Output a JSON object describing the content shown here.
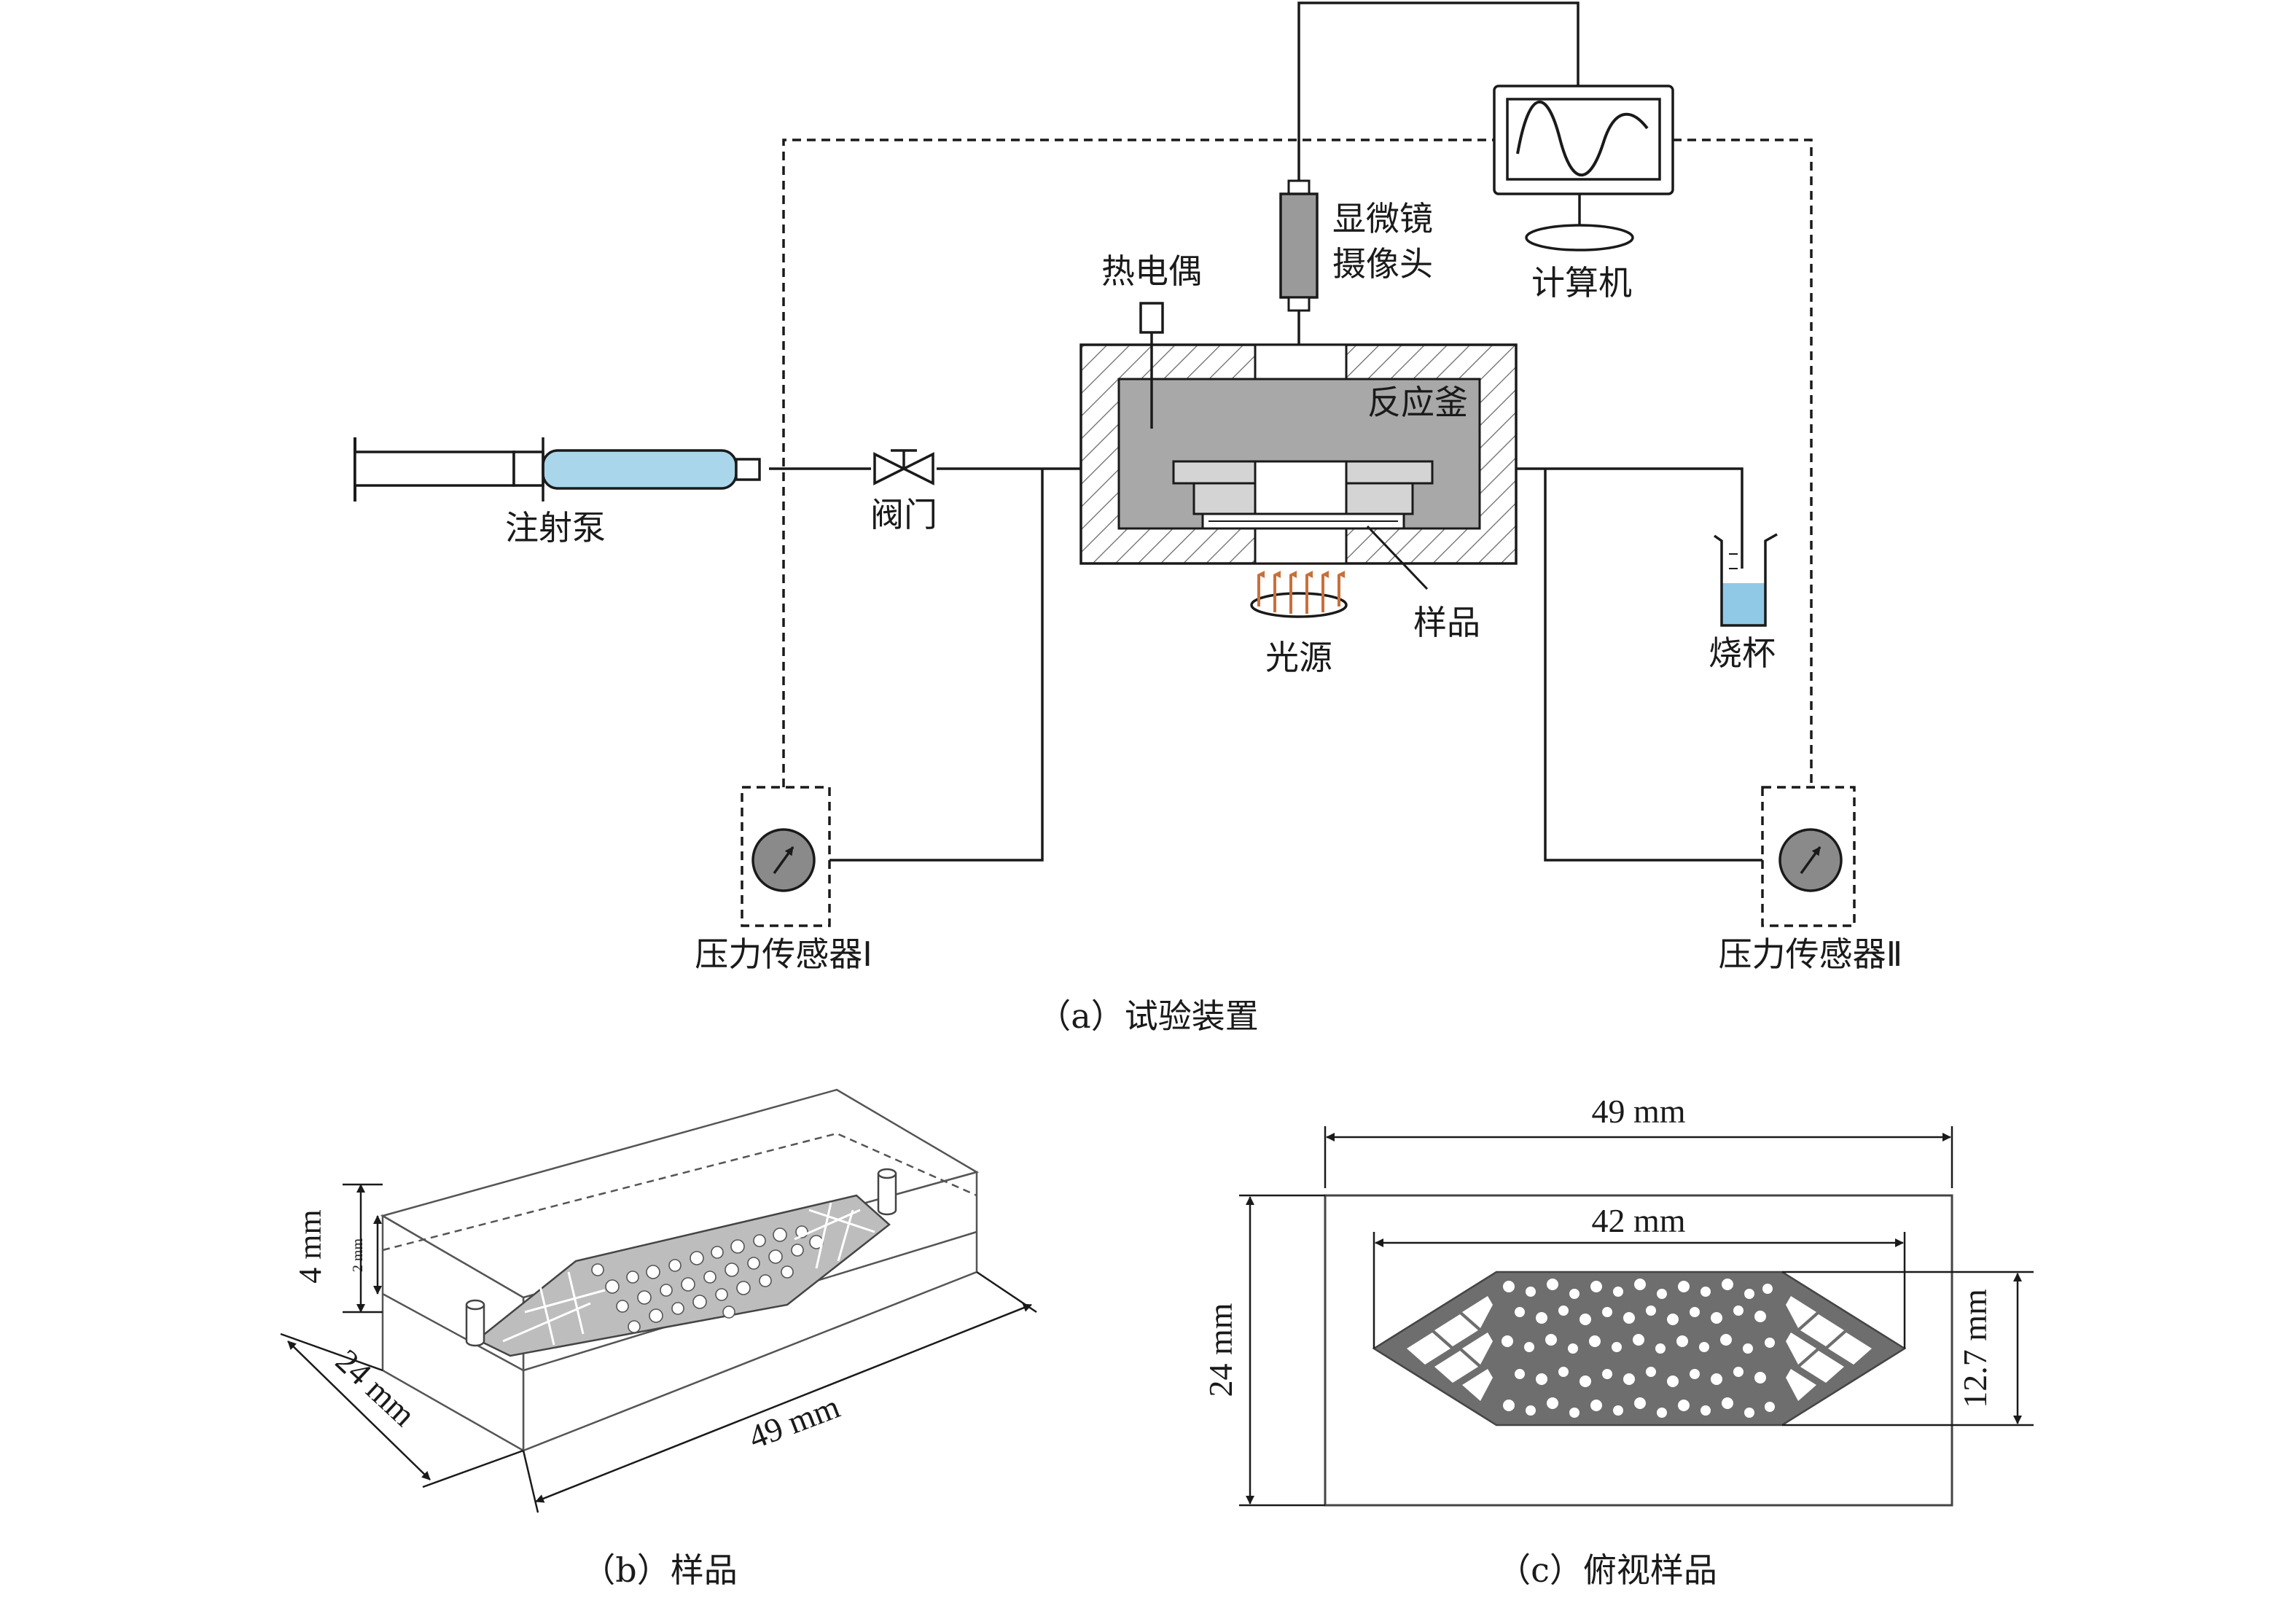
{
  "apparatus": {
    "microscope_camera_line1": "显微镜",
    "microscope_camera_line2": "摄像头",
    "thermocouple": "热电偶",
    "computer": "计算机",
    "reactor": "反应釜",
    "syringe_pump": "注射泵",
    "valve": "阀门",
    "sample": "样品",
    "light_source": "光源",
    "beaker": "烧杯",
    "pressure_sensor_1": "压力传感器Ⅰ",
    "pressure_sensor_2": "压力传感器Ⅱ",
    "caption": "（a）试验装置"
  },
  "sample_3d": {
    "height_total": "4 mm",
    "height_inner": "2 mm",
    "width": "24 mm",
    "length": "49 mm",
    "caption": "（b）样品"
  },
  "sample_top": {
    "outer_length": "49 mm",
    "inner_length": "42 mm",
    "outer_width": "24 mm",
    "channel_width": "12.7 mm",
    "caption": "（c）俯视样品"
  },
  "colors": {
    "line": "#1a1a1a",
    "reactor_fill": "#a8a8a8",
    "syringe_fluid": "#a9d6ea",
    "water": "#8fc9e6",
    "light_arrows": "#c8703a",
    "sensor_dial": "#8a8a8a",
    "camera_body": "#9a9a9a",
    "porous_fill": "#6e6e6e"
  },
  "icons": {
    "valve": "valve-icon",
    "gauge": "gauge-icon",
    "monitor": "monitor-icon",
    "camera": "camera-icon",
    "beaker": "beaker-icon",
    "syringe": "syringe-icon",
    "light": "light-source-icon"
  }
}
